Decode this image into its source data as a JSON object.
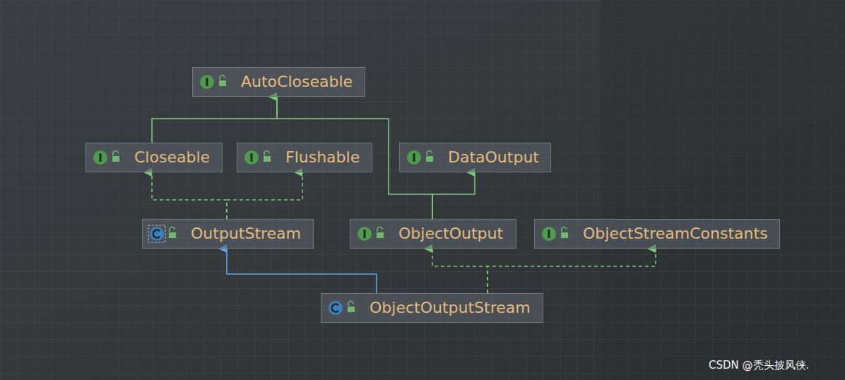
{
  "diagram": {
    "nodes": [
      {
        "text": [
          "AutoCloseable"
        ]
      },
      {
        "text": [
          "Closeable"
        ]
      },
      {
        "text": [
          "Flushable"
        ]
      },
      {
        "text": [
          "DataOutput"
        ]
      },
      {
        "text": [
          "OutputStream"
        ]
      },
      {
        "text": [
          "ObjectOutput"
        ]
      },
      {
        "text": [
          "ObjectStreamConstants"
        ]
      },
      {
        "text": [
          "ObjectOutputStream"
        ]
      }
    ],
    "edges": [
      {
        "from": 1,
        "to": 0,
        "arrow": "to"
      },
      {
        "from": 5,
        "to": 0,
        "arrow": "to"
      },
      {
        "from": 5,
        "to": 3,
        "arrow": "to"
      },
      {
        "from": 4,
        "to": 1,
        "arrow": "to"
      },
      {
        "from": 4,
        "to": 2,
        "arrow": "to"
      },
      {
        "from": 7,
        "to": 4,
        "arrow": "to"
      },
      {
        "from": 7,
        "to": 5,
        "arrow": "to"
      },
      {
        "from": 7,
        "to": 6,
        "arrow": "to"
      }
    ],
    "labels": [
      "CSDN @秃头披风侠."
    ]
  }
}
